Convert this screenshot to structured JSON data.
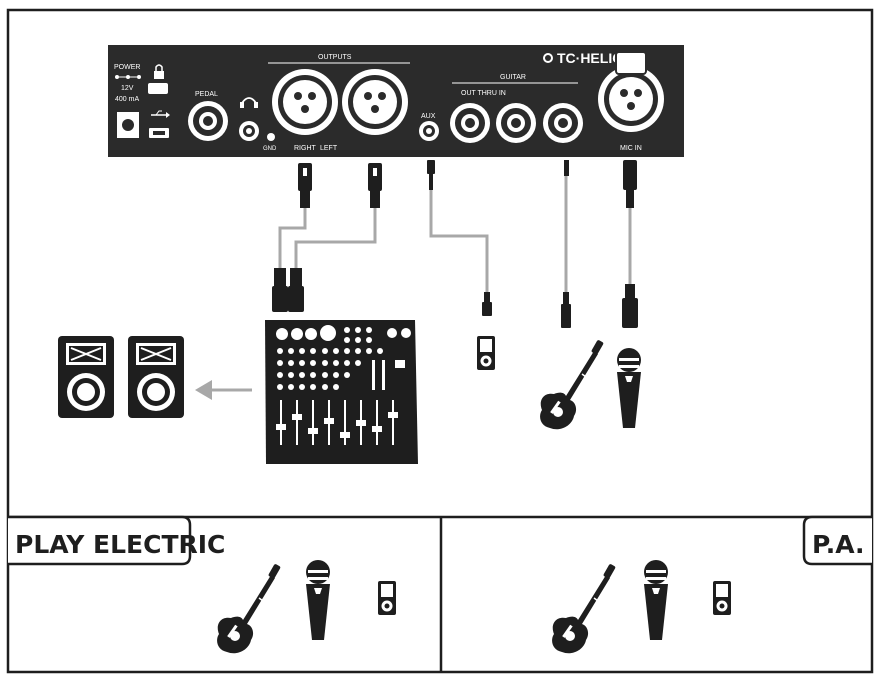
{
  "device": {
    "brand": "TC·HELICON",
    "power_label": "POWER",
    "power_voltage": "12V",
    "power_current": "400 mA",
    "pedal_label": "PEDAL",
    "gnd_label": "GND",
    "outputs_label": "OUTPUTS",
    "right_label": "RIGHT",
    "left_label": "LEFT",
    "aux_label": "AUX",
    "guitar_label": "GUITAR",
    "out_thru_in_label": "OUT THRU IN",
    "mic_in_label": "MIC IN"
  },
  "panels": {
    "left_title": "PLAY ELECTRIC",
    "right_title": "P.A."
  },
  "colors": {
    "device": "#2b2b2b",
    "ink": "#1e1e1e",
    "cable": "#a8a8a8",
    "arrow": "#a8a8a8"
  },
  "icons": [
    "speaker-icon",
    "mixer-icon",
    "media-player-icon",
    "guitar-icon",
    "microphone-icon"
  ]
}
